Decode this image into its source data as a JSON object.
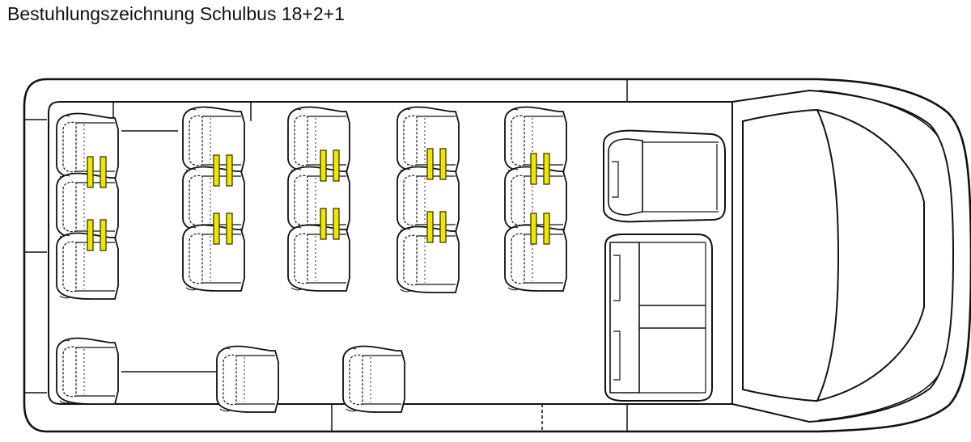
{
  "title": "Bestuhlungszeichnung Schulbus 18+2+1",
  "colors": {
    "outline": "#111111",
    "belt_fill": "#f2e600",
    "belt_stroke": "#3a3a00",
    "background": "#ffffff"
  },
  "seating": {
    "passenger_seats": 18,
    "front_passenger_seats": 2,
    "driver_seat": 1,
    "seat_rows": [
      {
        "name": "row-1",
        "seats": 3
      },
      {
        "name": "row-2",
        "seats": 3
      },
      {
        "name": "row-3",
        "seats": 3
      },
      {
        "name": "row-4",
        "seats": 3
      },
      {
        "name": "row-5",
        "seats": 3
      },
      {
        "name": "aisle-row",
        "seats": 3
      }
    ]
  }
}
